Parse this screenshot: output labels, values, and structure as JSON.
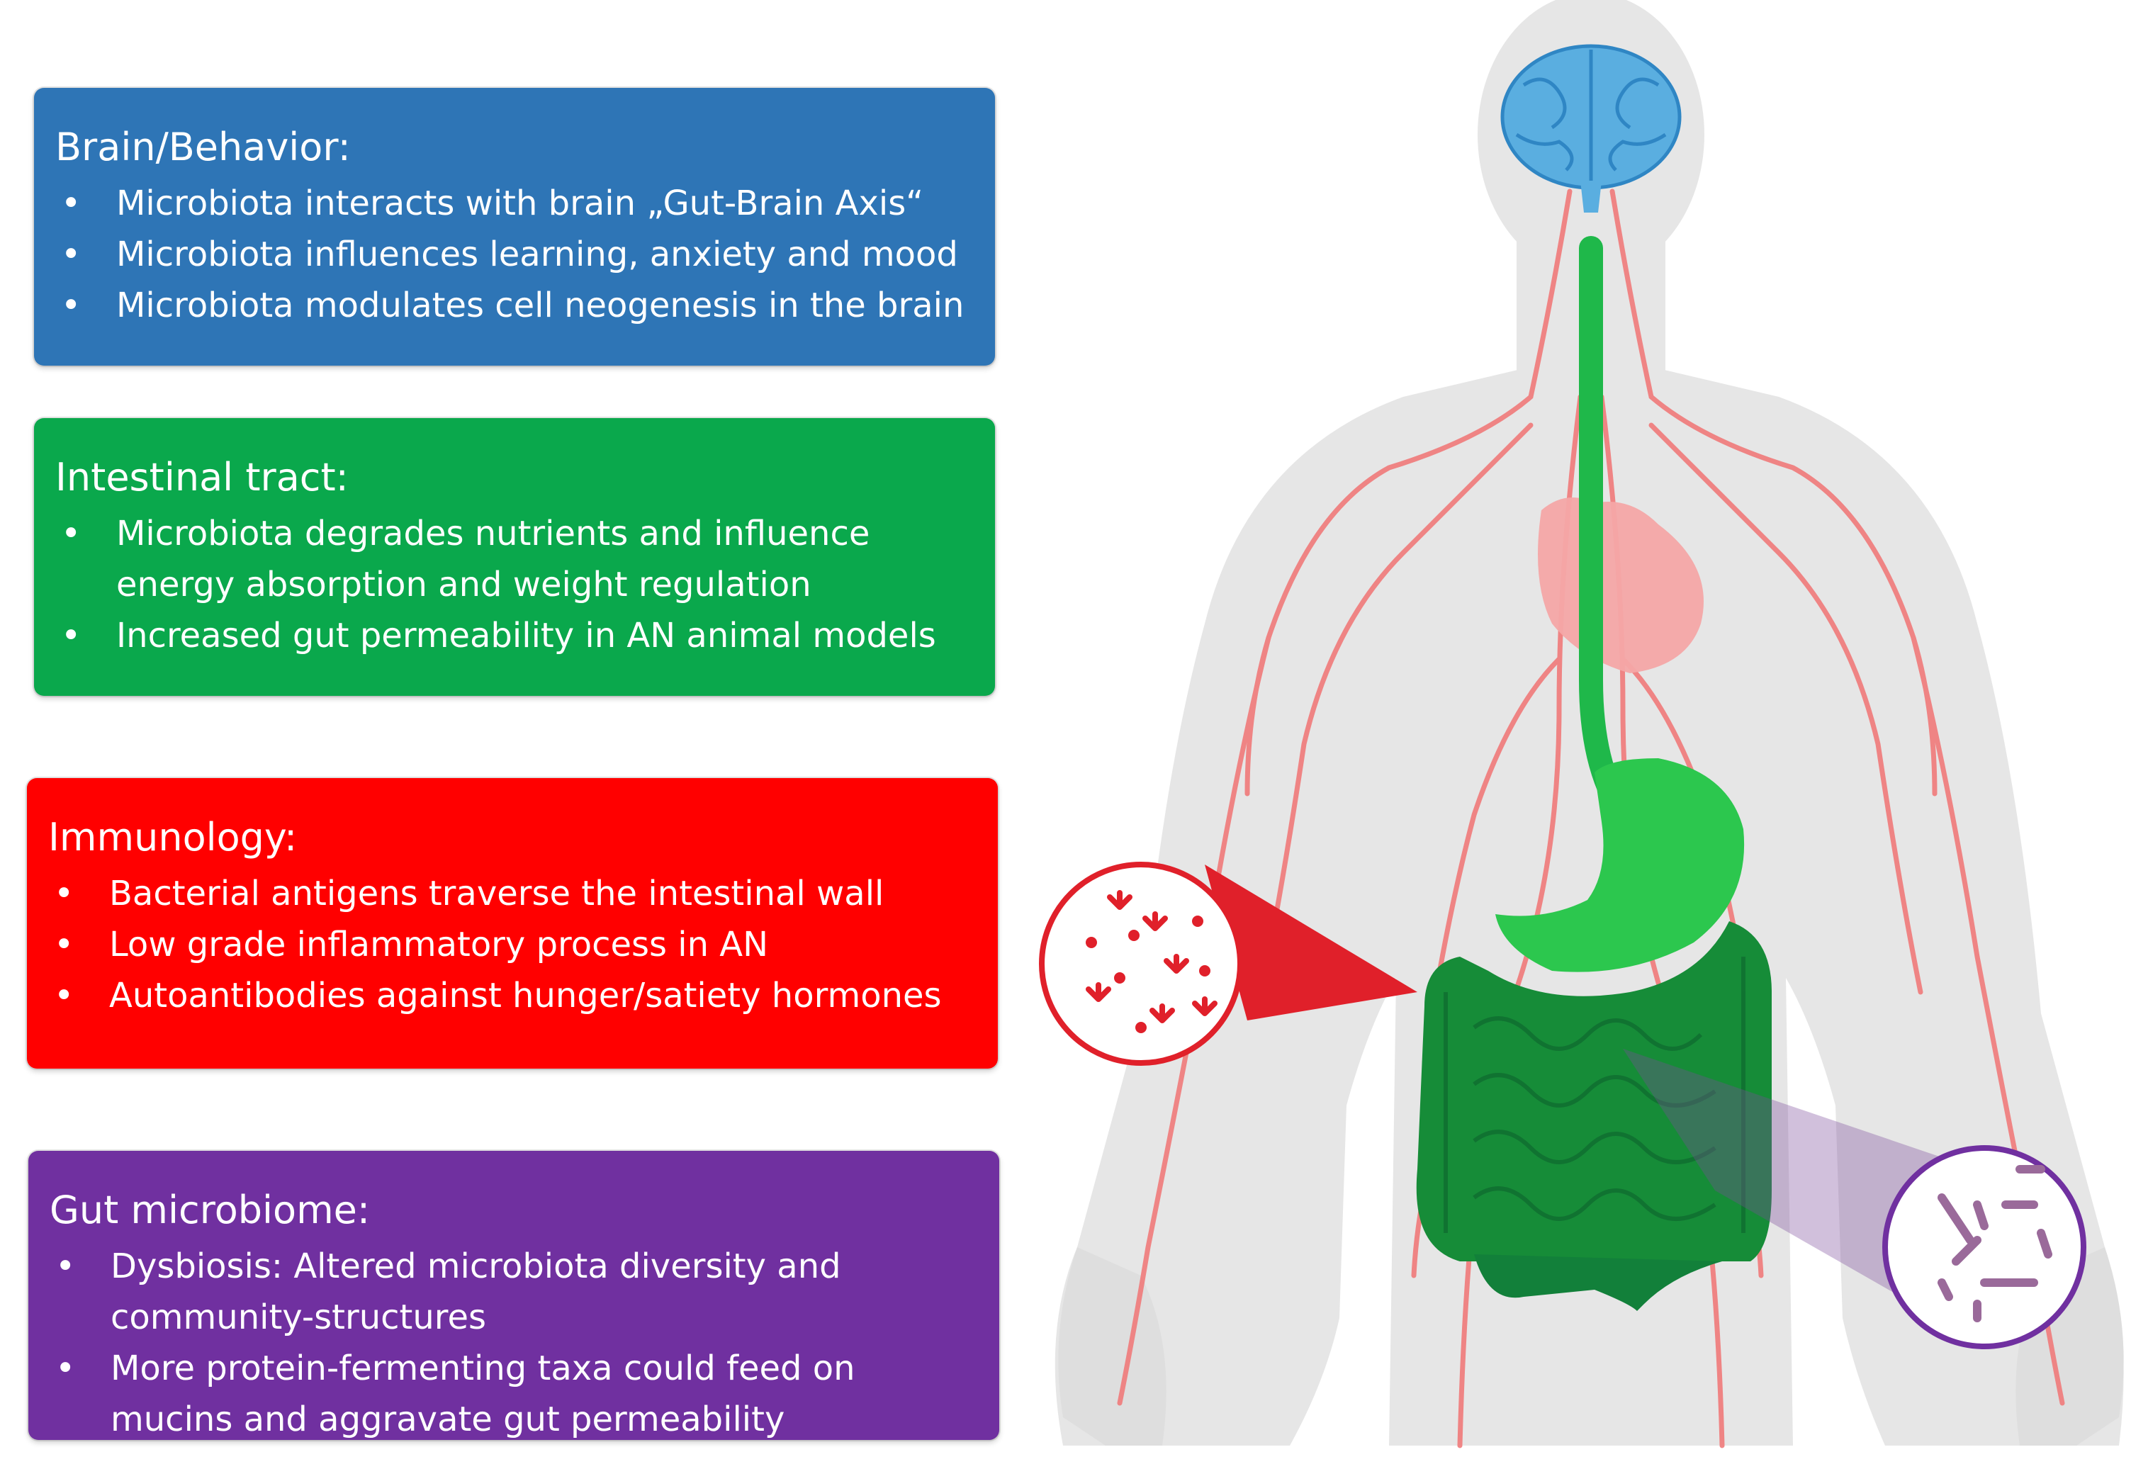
{
  "panels": {
    "brain": {
      "title": "Brain/Behavior:",
      "bullet": "•",
      "items": [
        "Microbiota interacts with brain „Gut-Brain Axis“",
        "Microbiota influences learning, anxiety and mood",
        "Microbiota modulates cell neogenesis in the brain"
      ],
      "color": "#2e75b6"
    },
    "intestinal": {
      "title": "Intestinal tract:",
      "bullet": "•",
      "items": [
        "Microbiota degrades nutrients and influence",
        "energy absorption and weight regulation",
        "Increased gut permeability in AN animal models"
      ],
      "color": "#0aa84c"
    },
    "immunology": {
      "title": "Immunology:",
      "bullet": "•",
      "items": [
        "Bacterial antigens traverse the intestinal wall",
        "Low grade inflammatory process in AN",
        "Autoantibodies against hunger/satiety hormones"
      ],
      "color": "#ff0000"
    },
    "microbiome": {
      "title": "Gut microbiome:",
      "bullet": "•",
      "items": [
        "Dysbiosis: Altered microbiota diversity and",
        "community-structures",
        "More protein-fermenting taxa could feed on",
        "mucins and aggravate gut permeability"
      ],
      "color": "#7030a0"
    }
  },
  "figure": {
    "body_color": "#e6e6e6",
    "vessel_color": "#f07a7a",
    "gut_color": "#1fb84a",
    "brain_color": "#5aaee0",
    "antibody_color": "#e0202a",
    "bacteria_color": "#9a6a9a",
    "icons": [
      "human-body-silhouette",
      "brain-icon",
      "heart-icon",
      "esophagus-icon",
      "stomach-icon",
      "intestine-icon",
      "antibody-magnifier-icon",
      "bacteria-magnifier-icon"
    ]
  }
}
